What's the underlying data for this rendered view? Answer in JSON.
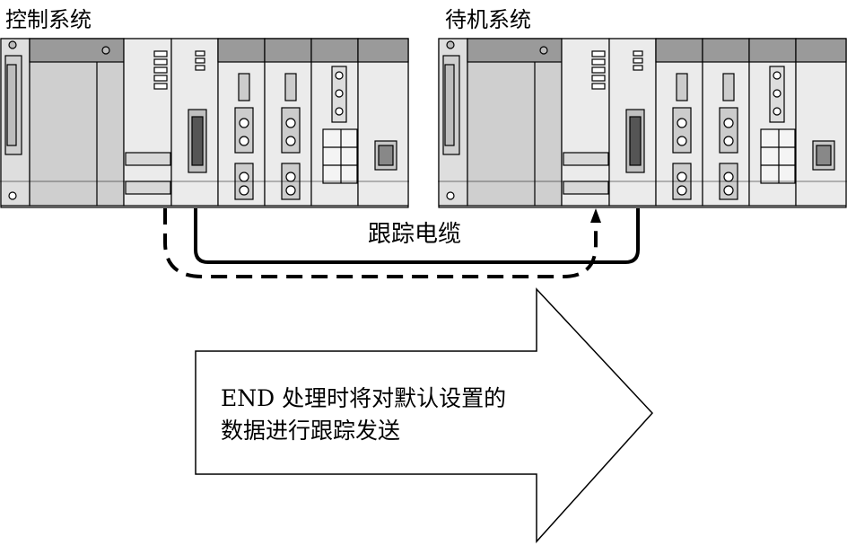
{
  "titles": {
    "control_system": "控制系统",
    "standby_system": "待机系统"
  },
  "cable_label": "跟踪电缆",
  "arrow_text": {
    "line1": "END 处理时将对默认设置的",
    "line2": "数据进行跟踪发送"
  },
  "colors": {
    "module_face": "#ebebeb",
    "module_top": "#9a9a9a",
    "line": "#000000"
  },
  "icons": [
    "tracking-cable",
    "dashed-data-flow",
    "large-right-arrow",
    "plc-rack"
  ]
}
